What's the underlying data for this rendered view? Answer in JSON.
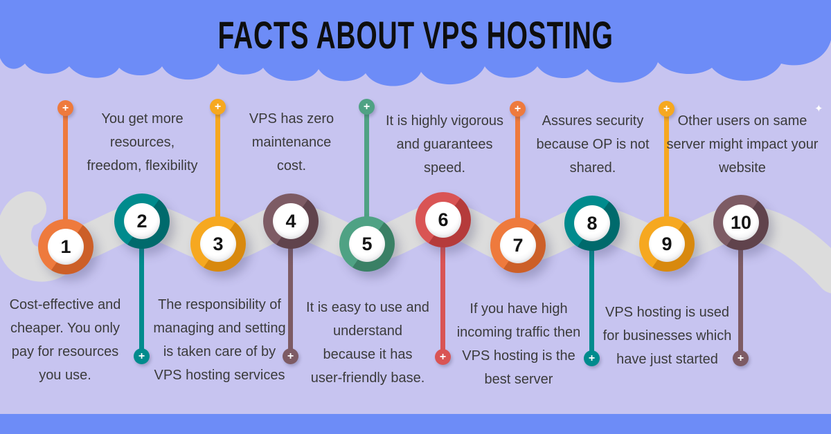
{
  "title": "FACTS ABOUT VPS HOSTING",
  "colors": {
    "background": "#c7c4f0",
    "cloud": "#6d8cf7",
    "road": "#dcdcdc",
    "text": "#3b3b3b",
    "title_text": "#0e0e0e"
  },
  "icons": {
    "plus_glyph": "+",
    "sparkle_glyph": "✦"
  },
  "facts": [
    {
      "number": "1",
      "text": "Cost-effective and cheaper. You only pay for resources you use.",
      "color": "#ee7a3d",
      "color_dark": "#cc5f28",
      "label_position": "below"
    },
    {
      "number": "2",
      "text": "You get more resources, freedom, flexibility",
      "color": "#008b8d",
      "color_dark": "#006a6c",
      "label_position": "above"
    },
    {
      "number": "3",
      "text": "The responsibility of managing and setting is taken care of by VPS hosting services",
      "color": "#f6a820",
      "color_dark": "#d8890e",
      "label_position": "below"
    },
    {
      "number": "4",
      "text": "VPS has zero maintenance cost.",
      "color": "#7d5b64",
      "color_dark": "#60434c",
      "label_position": "above"
    },
    {
      "number": "5",
      "text": "It is easy to use and understand because it has user-friendly base.",
      "color": "#4fa284",
      "color_dark": "#3a8065",
      "label_position": "below"
    },
    {
      "number": "6",
      "text": "It is highly vigorous and guarantees speed.",
      "color": "#d95454",
      "color_dark": "#b53b3b",
      "label_position": "above"
    },
    {
      "number": "7",
      "text": "If you have high incoming traffic then VPS hosting is the best server",
      "color": "#ee7a3d",
      "color_dark": "#cc5f28",
      "label_position": "below"
    },
    {
      "number": "8",
      "text": "Assures security because OP is not shared.",
      "color": "#008b8d",
      "color_dark": "#006a6c",
      "label_position": "above"
    },
    {
      "number": "9",
      "text": "VPS hosting is used for businesses which have just started",
      "color": "#f6a820",
      "color_dark": "#d8890e",
      "label_position": "below"
    },
    {
      "number": "10",
      "text": "Other users on same server might impact your website",
      "color": "#7d5b64",
      "color_dark": "#60434c",
      "label_position": "above"
    }
  ]
}
